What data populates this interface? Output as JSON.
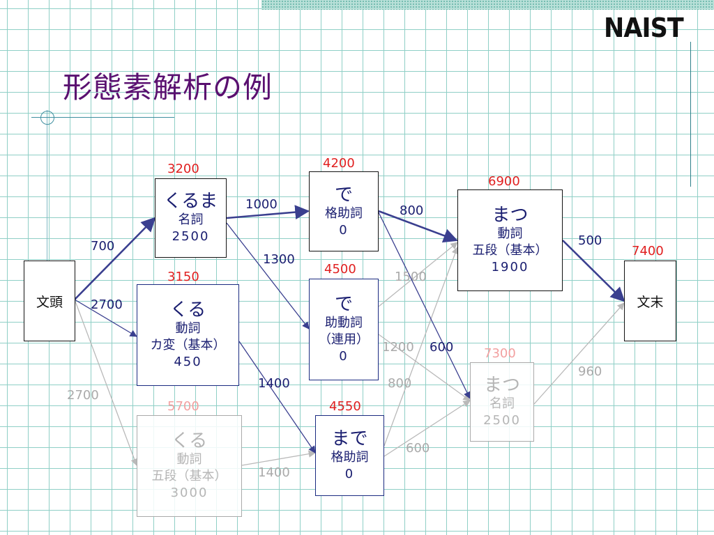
{
  "header": {
    "logo": "NAIST",
    "title": "形態素解析の例"
  },
  "colors": {
    "edge_main": "#3a3f8f",
    "edge_gray": "#b9b9b9",
    "score": "#e02020",
    "score_gray": "#f2a0a0",
    "text": "#1a1e70",
    "grid": "#8fcfc6"
  },
  "nodes": {
    "bos": {
      "label": "文頭"
    },
    "eos": {
      "label": "文末"
    },
    "kuruma": {
      "word": "くるま",
      "pos": "名詞",
      "cost": "2500",
      "score": "3200"
    },
    "kuru_kahen": {
      "word": "くる",
      "pos": "動詞",
      "sub": "カ変（基本）",
      "cost": "450",
      "score": "3150"
    },
    "kuru_godan": {
      "word": "くる",
      "pos": "動詞",
      "sub": "五段（基本）",
      "cost": "3000",
      "score": "5700"
    },
    "de_kaku": {
      "word": "で",
      "pos": "格助詞",
      "cost": "0",
      "score": "4200"
    },
    "de_jodo": {
      "word": "で",
      "pos": "助動詞",
      "sub": "（連用）",
      "cost": "0",
      "score": "4500"
    },
    "made": {
      "word": "まで",
      "pos": "格助詞",
      "cost": "0",
      "score": "4550"
    },
    "matsu_verb": {
      "word": "まつ",
      "pos": "動詞",
      "sub": "五段（基本）",
      "cost": "1900",
      "score": "6900"
    },
    "matsu_noun": {
      "word": "まつ",
      "pos": "名詞",
      "cost": "2500",
      "score": "7300"
    },
    "eos_score": "7400"
  },
  "edges": {
    "bos_kuruma": "700",
    "bos_kuru_kahen": "2700",
    "bos_kuru_godan": "2700",
    "kuruma_de_kaku": "1000",
    "kuruma_de_jodo": "1300",
    "kuru_kahen_made": "1400",
    "kuru_godan_made": "1400",
    "de_kaku_matsu_verb": "800",
    "de_jodo_matsu_verb": "1500",
    "de_jodo_matsu_noun": "1200",
    "de_kaku_matsu_noun": "600",
    "made_matsu_verb": "800",
    "made_matsu_noun": "600",
    "matsu_verb_eos": "500",
    "matsu_noun_eos": "960"
  }
}
